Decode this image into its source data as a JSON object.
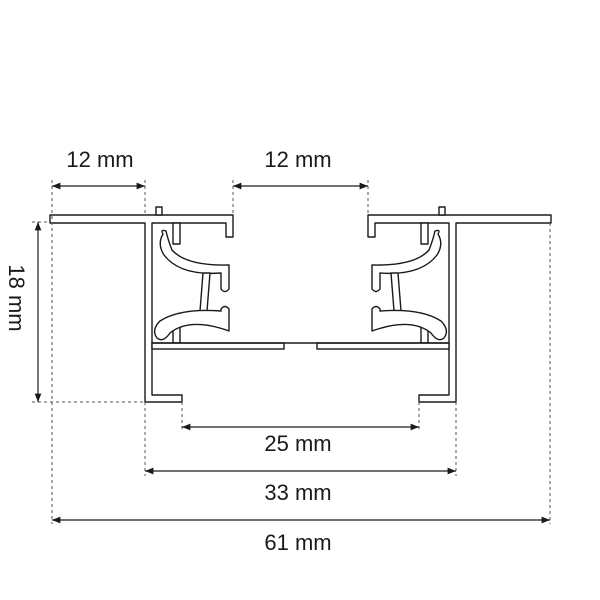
{
  "dimensions": {
    "top_left_flange": "12 mm",
    "top_opening": "12 mm",
    "height": "18 mm",
    "bottom_opening": "25 mm",
    "body_width": "33 mm",
    "total_width": "61 mm"
  },
  "colors": {
    "line": "#1a1a1a",
    "dash": "#555555"
  }
}
